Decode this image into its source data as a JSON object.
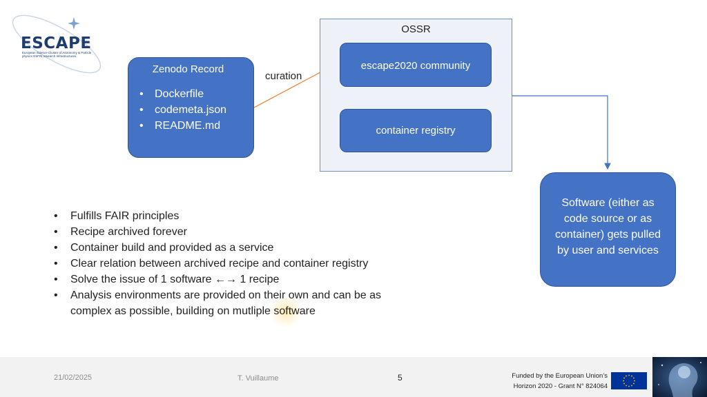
{
  "logo": {
    "wordmark": "ESCAPE",
    "tagline": "European Science Cluster of Astronomy & Particle physics ESFRI research Infrastructures"
  },
  "diagram": {
    "ossr_title": "OSSR",
    "community_label": "escape2020 community",
    "registry_label": "container registry",
    "zenodo_title": "Zenodo Record",
    "zenodo_items": [
      "Dockerfile",
      "codemeta.json",
      "README.md"
    ],
    "curation_label": "curation",
    "software_text": "Software (either as code source or as container) gets pulled by user and services"
  },
  "bullets": [
    "Fulfills FAIR principles",
    "Recipe archived forever",
    "Container build and provided as a service",
    "Clear relation between archived recipe and container registry",
    "Solve the issue of 1 software ←→ 1 recipe",
    "Analysis environments are provided on their own and can be as complex as possible, building on mutliple software"
  ],
  "footer": {
    "date": "21/02/2025",
    "author": "T. Vuillaume",
    "page_number": "5",
    "funding_line1": "Funded by the European Union’s",
    "funding_line2": "Horizon 2020 - Grant N° 824064"
  },
  "colors": {
    "box_fill": "#4472c4",
    "box_border": "#2f5597",
    "ossr_fill": "#eef1f8",
    "curation_arrow": "#ed7d31",
    "flow_arrow": "#4472c4",
    "eu_blue": "#003399",
    "eu_star": "#ffcc00"
  },
  "icons": {
    "eu_flag": "eu-flag-icon",
    "brain": "brain-icon"
  }
}
